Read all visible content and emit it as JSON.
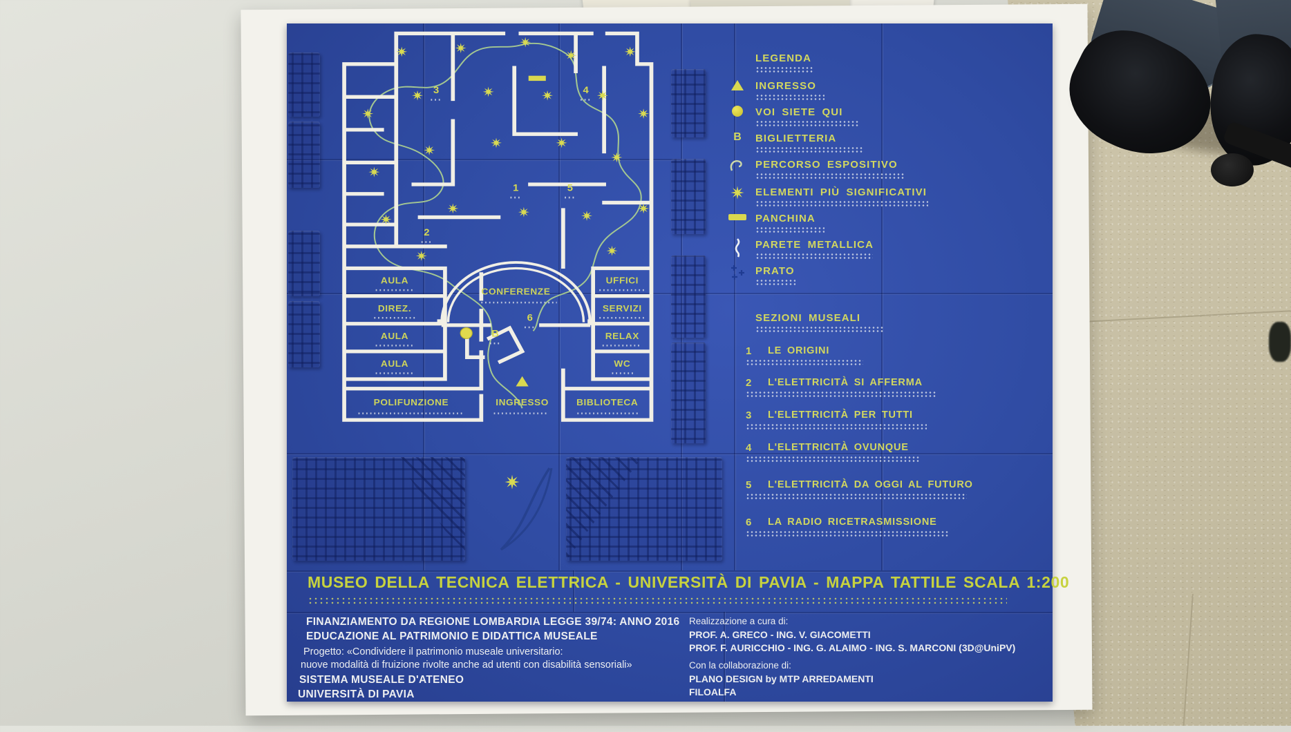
{
  "map": {
    "legend": {
      "title": "LEGENDA",
      "items": [
        {
          "icon": "entrance-triangle-icon",
          "label": "INGRESSO"
        },
        {
          "icon": "you-are-here-dot-icon",
          "label": "VOI SIETE QUI"
        },
        {
          "icon": "letter-b-symbol",
          "symbol": "B",
          "label": "BIGLIETTERIA"
        },
        {
          "icon": "route-curve-icon",
          "label": "PERCORSO ESPOSITIVO"
        },
        {
          "icon": "star-icon",
          "label": "ELEMENTI PIÙ SIGNIFICATIVI"
        },
        {
          "icon": "bench-icon",
          "label": "PANCHINA"
        },
        {
          "icon": "metal-wall-squiggle-icon",
          "label": "PARETE METALLICA"
        },
        {
          "icon": "grass-pattern-icon",
          "label": "PRATO"
        }
      ]
    },
    "sections": {
      "title": "SEZIONI MUSEALI",
      "items": [
        {
          "num": "1",
          "label": "LE ORIGINI"
        },
        {
          "num": "2",
          "label": "L'ELETTRICITÀ SI AFFERMA"
        },
        {
          "num": "3",
          "label": "L'ELETTRICITÀ PER TUTTI"
        },
        {
          "num": "4",
          "label": "L'ELETTRICITÀ OVUNQUE"
        },
        {
          "num": "5",
          "label": "L'ELETTRICITÀ DA OGGI AL FUTURO"
        },
        {
          "num": "6",
          "label": "LA RADIO RICETRASMISSIONE"
        }
      ]
    },
    "plan": {
      "rooms": {
        "aula1": "AULA",
        "direz": "DIREZ.",
        "aula2": "AULA",
        "aula3": "AULA",
        "polifunzione": "POLIFUNZIONE",
        "ingresso": "INGRESSO",
        "biblioteca": "BIBLIOTECA",
        "conferenze": "CONFERENZE",
        "uffici": "UFFICI",
        "servizi": "SERVIZI",
        "relax": "RELAX",
        "wc": "WC"
      },
      "markers": {
        "n1": "1",
        "n2": "2",
        "n3": "3",
        "n4": "4",
        "n5": "5",
        "n6": "6",
        "b": "B"
      }
    },
    "title": "MUSEO DELLA TECNICA ELETTRICA   -   UNIVERSITÀ DI PAVIA   -   MAPPA TATTILE SCALA 1:200",
    "credits_left": {
      "line1": "FINANZIAMENTO DA REGIONE LOMBARDIA LEGGE 39/74: ANNO 2016",
      "line2": "EDUCAZIONE AL PATRIMONIO E DIDATTICA MUSEALE",
      "line3": "Progetto: «Condividere il patrimonio museale universitario:",
      "line4": "nuove modalità di fruizione rivolte anche ad utenti con disabilità sensoriali»",
      "line5": "SISTEMA MUSEALE D'ATENEO",
      "line6": "UNIVERSITÀ DI PAVIA"
    },
    "credits_right": {
      "heading1": "Realizzazione a cura di:",
      "line1": "PROF. A. GRECO  -  ING. V. GIACOMETTI",
      "line2": "PROF. F. AURICCHIO  -  ING. G. ALAIMO  -  ING. S. MARCONI  (3D@UniPV)",
      "heading2": "Con la collaborazione di:",
      "line3": "PLANO DESIGN by MTP ARREDAMENTI",
      "line4": "FILOALFA"
    },
    "colors": {
      "panel_blue": "#2f4ba2",
      "accent_yellow": "#d6d94f",
      "wall_white": "#f1efe5",
      "path_green": "#a4c791"
    }
  }
}
